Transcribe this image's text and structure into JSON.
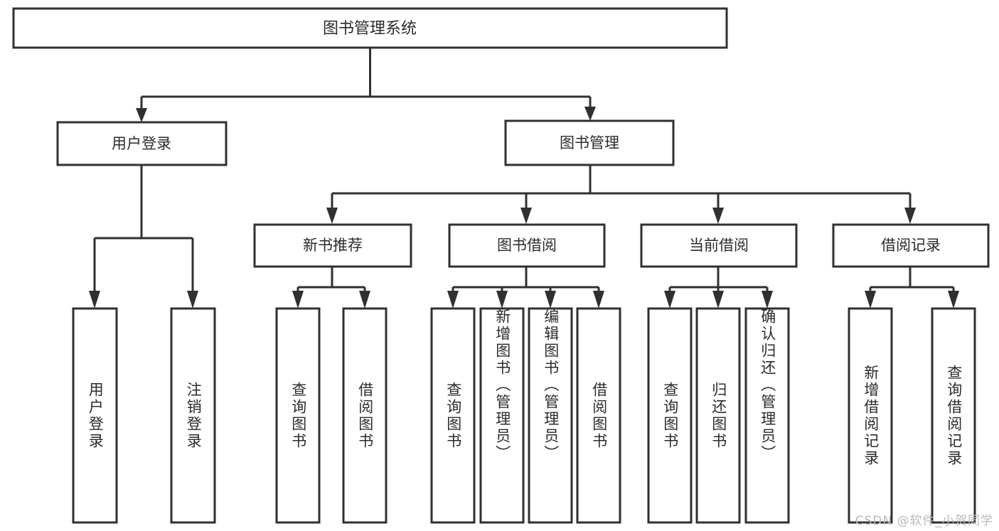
{
  "page": {
    "background_color": "#ffffff",
    "line_color": "#303030",
    "text_color": "#2b2b2b",
    "box_fill": "#ffffff",
    "watermark": "CSDN @软件_小贺同学",
    "watermark_color": "#b9b9b9"
  },
  "chart_data": {
    "type": "diagram",
    "title": "图书管理系统",
    "orientation": "top-down-tree",
    "levels": 4,
    "nodes": [
      {
        "id": "root",
        "label": "图书管理系统",
        "level": 0,
        "parent": null,
        "orientation": "horizontal"
      },
      {
        "id": "login",
        "label": "用户登录",
        "level": 1,
        "parent": "root",
        "orientation": "horizontal"
      },
      {
        "id": "bookmgmt",
        "label": "图书管理",
        "level": 1,
        "parent": "root",
        "orientation": "horizontal"
      },
      {
        "id": "login-user",
        "label": "用户登录",
        "level": 2,
        "parent": "login",
        "orientation": "vertical"
      },
      {
        "id": "login-logout",
        "label": "注销登录",
        "level": 2,
        "parent": "login",
        "orientation": "vertical"
      },
      {
        "id": "newbook",
        "label": "新书推荐",
        "level": 2,
        "parent": "bookmgmt",
        "orientation": "horizontal"
      },
      {
        "id": "borrow",
        "label": "图书借阅",
        "level": 2,
        "parent": "bookmgmt",
        "orientation": "horizontal"
      },
      {
        "id": "current",
        "label": "当前借阅",
        "level": 2,
        "parent": "bookmgmt",
        "orientation": "horizontal"
      },
      {
        "id": "record",
        "label": "借阅记录",
        "level": 2,
        "parent": "bookmgmt",
        "orientation": "horizontal"
      },
      {
        "id": "newbook-query",
        "label": "查询图书",
        "level": 3,
        "parent": "newbook",
        "orientation": "vertical"
      },
      {
        "id": "newbook-borrow",
        "label": "借阅图书",
        "level": 3,
        "parent": "newbook",
        "orientation": "vertical"
      },
      {
        "id": "borrow-query",
        "label": "查询图书",
        "level": 3,
        "parent": "borrow",
        "orientation": "vertical"
      },
      {
        "id": "borrow-add",
        "label": "新增图书（管理员）",
        "level": 3,
        "parent": "borrow",
        "orientation": "vertical"
      },
      {
        "id": "borrow-edit",
        "label": "编辑图书（管理员）",
        "level": 3,
        "parent": "borrow",
        "orientation": "vertical"
      },
      {
        "id": "borrow-lend",
        "label": "借阅图书",
        "level": 3,
        "parent": "borrow",
        "orientation": "vertical"
      },
      {
        "id": "current-query",
        "label": "查询图书",
        "level": 3,
        "parent": "current",
        "orientation": "vertical"
      },
      {
        "id": "current-return",
        "label": "归还图书",
        "level": 3,
        "parent": "current",
        "orientation": "vertical"
      },
      {
        "id": "current-confirm",
        "label": "确认归还（管理员）",
        "level": 3,
        "parent": "current",
        "orientation": "vertical"
      },
      {
        "id": "record-add",
        "label": "新增借阅记录",
        "level": 3,
        "parent": "record",
        "orientation": "vertical"
      },
      {
        "id": "record-query",
        "label": "查询借阅记录",
        "level": 3,
        "parent": "record",
        "orientation": "vertical"
      }
    ]
  },
  "boxes": {
    "root": {
      "label": "图书管理系统"
    },
    "login": {
      "label": "用户登录"
    },
    "bookmgmt": {
      "label": "图书管理"
    },
    "newbook": {
      "label": "新书推荐"
    },
    "borrow": {
      "label": "图书借阅"
    },
    "current": {
      "label": "当前借阅"
    },
    "record": {
      "label": "借阅记录"
    },
    "login_user": {
      "label": "用户登录"
    },
    "login_logout": {
      "label": "注销登录"
    },
    "newbook_query": {
      "label": "查询图书"
    },
    "newbook_borrow": {
      "label": "借阅图书"
    },
    "borrow_query": {
      "label": "查询图书"
    },
    "borrow_add": {
      "label": "新增图书（管理员）"
    },
    "borrow_edit": {
      "label": "编辑图书（管理员）"
    },
    "borrow_lend": {
      "label": "借阅图书"
    },
    "current_query": {
      "label": "查询图书"
    },
    "current_return": {
      "label": "归还图书"
    },
    "current_confirm": {
      "label": "确认归还（管理员）"
    },
    "record_add": {
      "label": "新增借阅记录"
    },
    "record_query": {
      "label": "查询借阅记录"
    }
  }
}
